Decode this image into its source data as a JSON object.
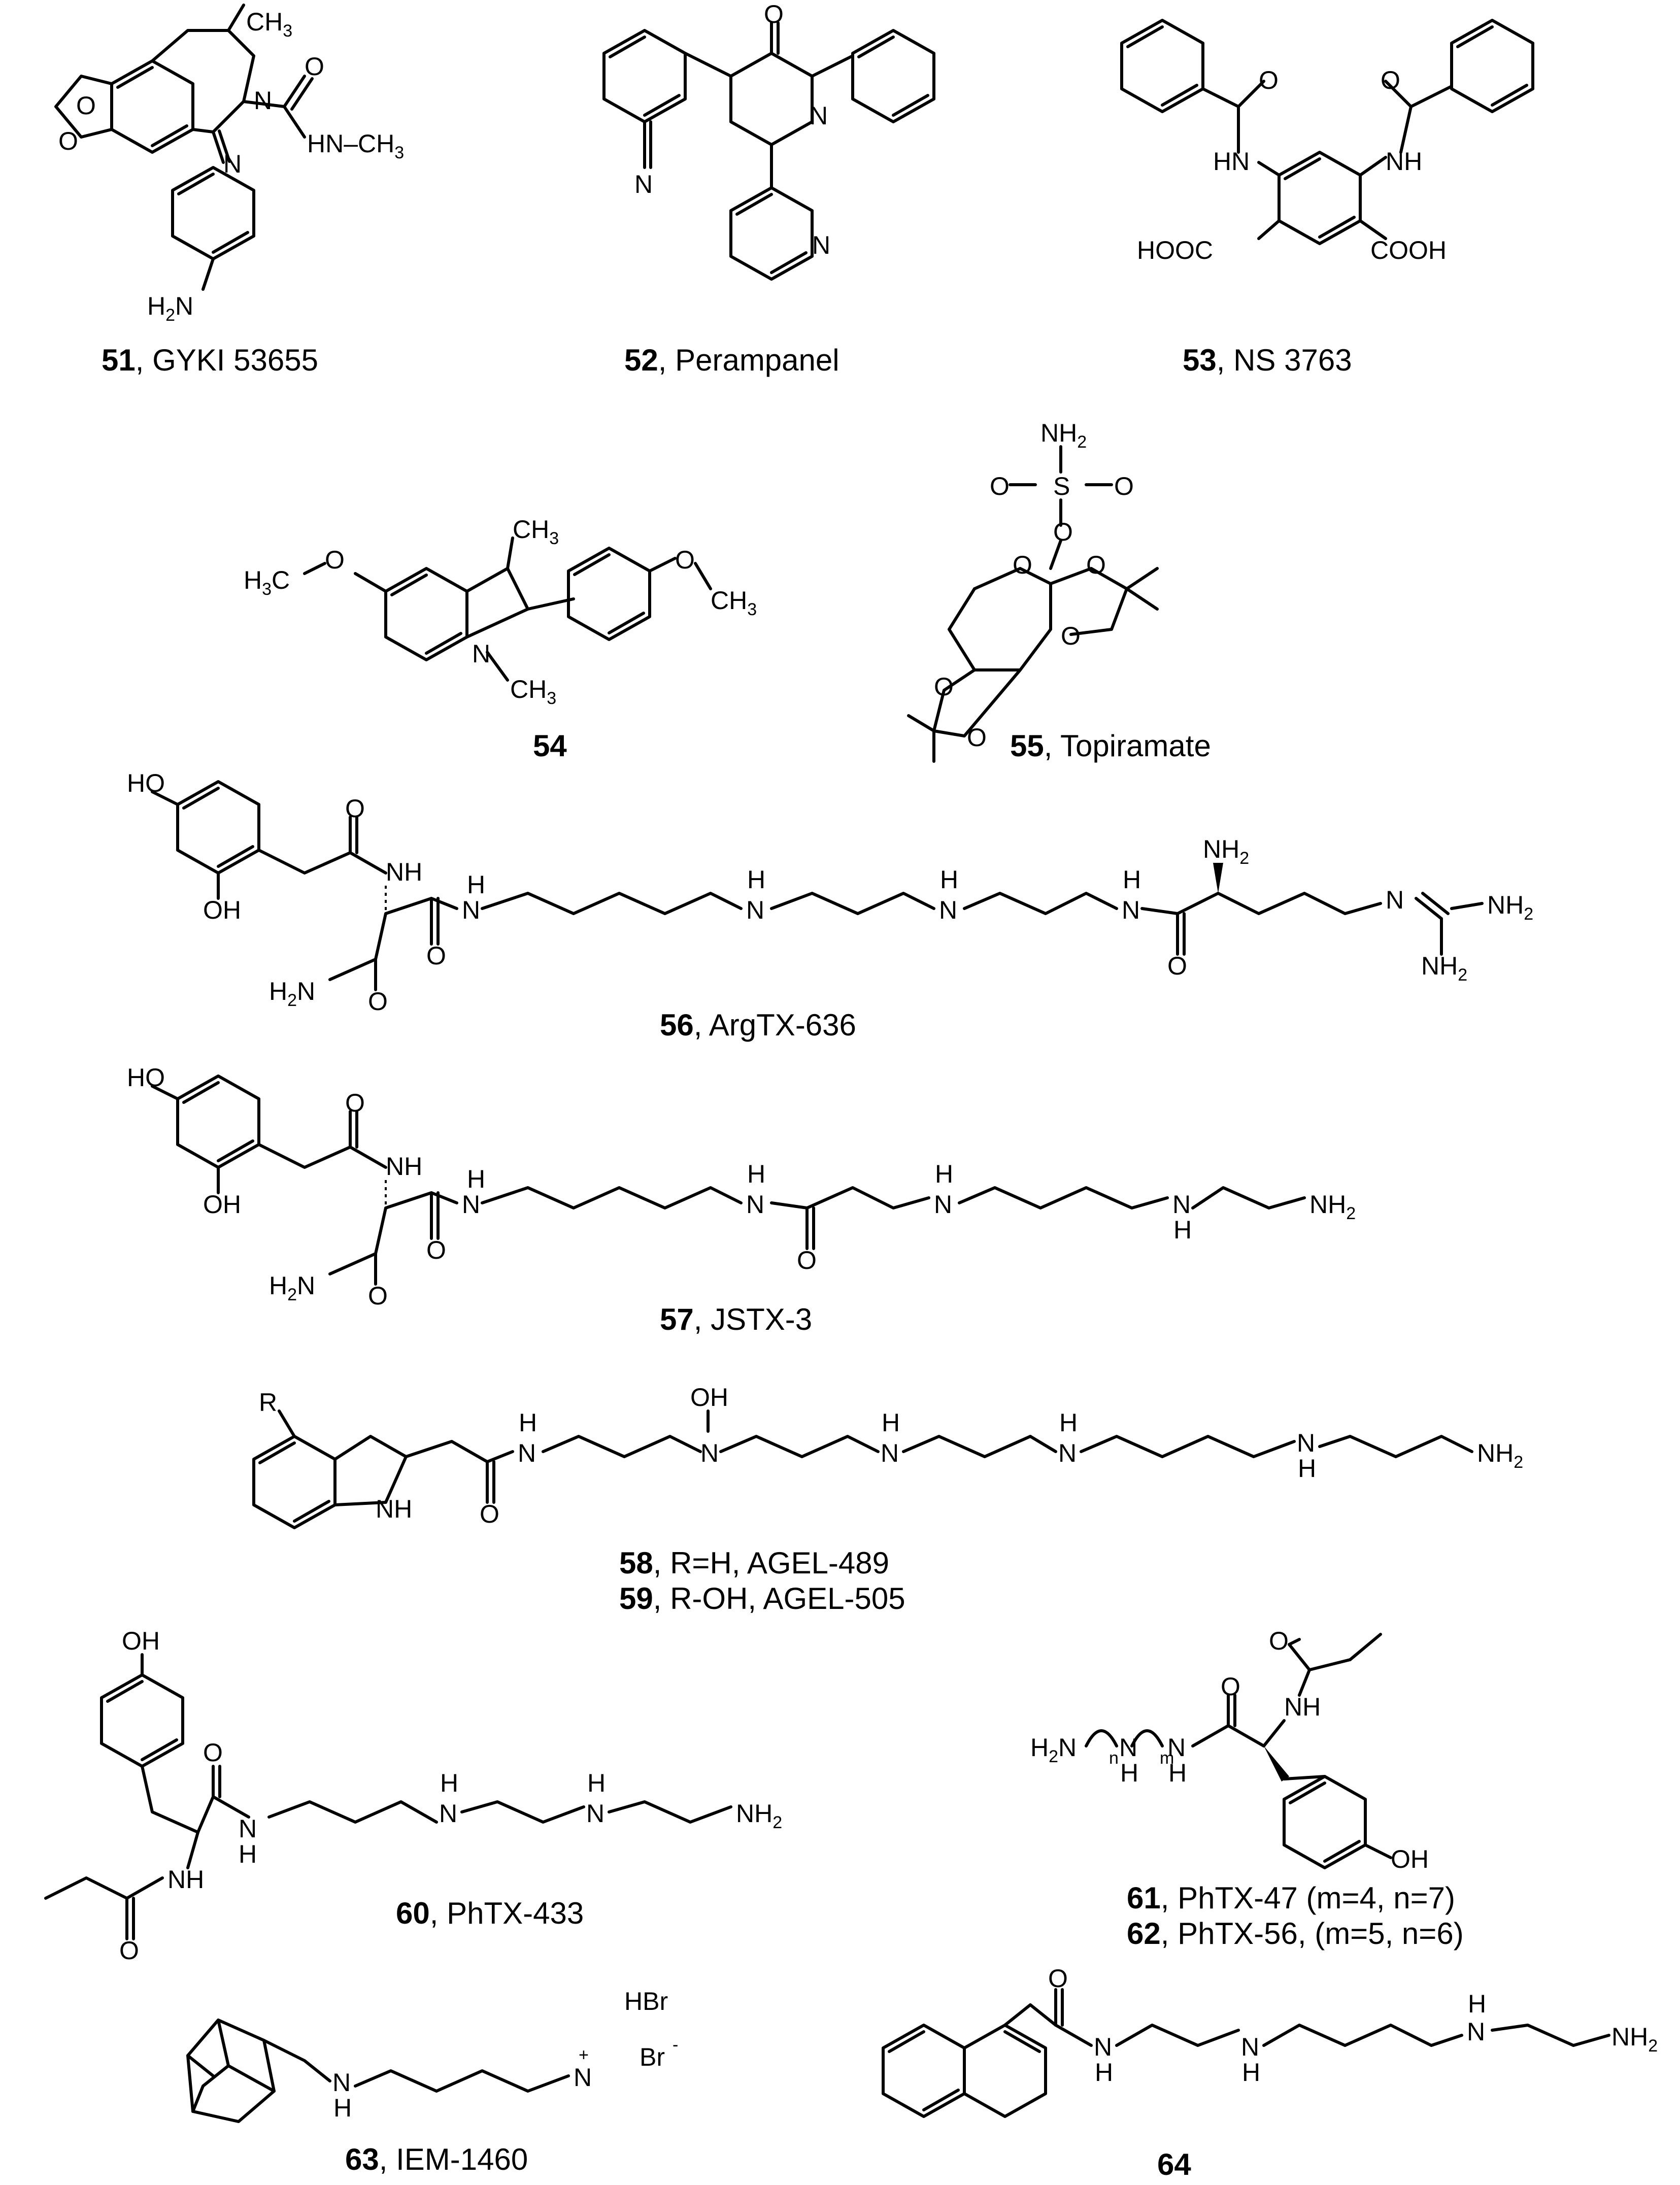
{
  "compounds": [
    {
      "number": "51",
      "name": ", GYKI 53655"
    },
    {
      "number": "52",
      "name": ", Perampanel"
    },
    {
      "number": "53",
      "name": ", NS 3763"
    },
    {
      "number": "54",
      "name": ""
    },
    {
      "number": "55",
      "name": ", Topiramate"
    },
    {
      "number": "56",
      "name": ", ArgTX-636"
    },
    {
      "number": "57",
      "name": ", JSTX-3"
    },
    {
      "number": "58",
      "name": ", R=H, AGEL-489"
    },
    {
      "number": "59",
      "name": ", R-OH, AGEL-505"
    },
    {
      "number": "60",
      "name": ", PhTX-433"
    },
    {
      "number": "61",
      "name": ", PhTX-47 (m=4, n=7)"
    },
    {
      "number": "62",
      "name": ", PhTX-56, (m=5, n=6)"
    },
    {
      "number": "63",
      "name": ", IEM-1460"
    },
    {
      "number": "64",
      "name": ""
    }
  ],
  "labels": {
    "ch3": "CH",
    "three": "3",
    "h3c": "H",
    "c": "C",
    "o": "O",
    "n": "N",
    "nh": "NH",
    "hn": "HN",
    "h": "H",
    "h2n": "H",
    "two": "2",
    "nh2": "NH",
    "ho": "HO",
    "oh": "OH",
    "hooc": "HOOC",
    "cooh": "COOH",
    "hnch3": "HN–CH",
    "s": "S",
    "r": "R",
    "hbr": "HBr",
    "br": "Br",
    "minus": "-",
    "plus": "+",
    "sub_n": "n",
    "sub_m": "m"
  }
}
